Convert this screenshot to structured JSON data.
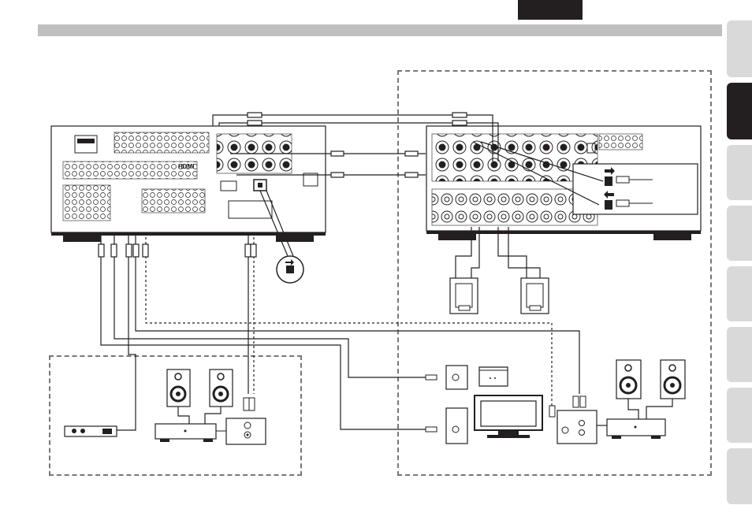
{
  "page": {
    "language_tab": "",
    "header_title": ""
  },
  "side_tabs": [
    {
      "id": "tab-1",
      "active": false
    },
    {
      "id": "tab-2",
      "active": true
    },
    {
      "id": "tab-3",
      "active": false
    },
    {
      "id": "tab-4",
      "active": false
    },
    {
      "id": "tab-5",
      "active": false
    },
    {
      "id": "tab-6",
      "active": false
    },
    {
      "id": "tab-7",
      "active": false
    },
    {
      "id": "tab-8",
      "active": false
    }
  ],
  "diagram": {
    "receiver_panel_label": "HDMI",
    "components": [
      "av-receiver-rear-panel",
      "power-amplifier-rear-panel",
      "front-left-speaker",
      "front-right-speaker",
      "zone-powered-speaker-left",
      "zone-powered-speaker-right",
      "zone-amplifier",
      "zone-ir-receiver",
      "zone-av-input-panel",
      "monitor-input-panel",
      "video-monitor",
      "set-top-box",
      "zone3-input-panel",
      "zone3-speaker-left",
      "zone3-speaker-right",
      "zone3-amplifier"
    ],
    "colors": {
      "line": "#231f20",
      "panel_fill": "#ffffff",
      "dashed_zone": "#777777",
      "tab_active": "#231f20",
      "tab_inactive": "#d9d9d9",
      "header_bar": "#bfbfbf"
    }
  }
}
